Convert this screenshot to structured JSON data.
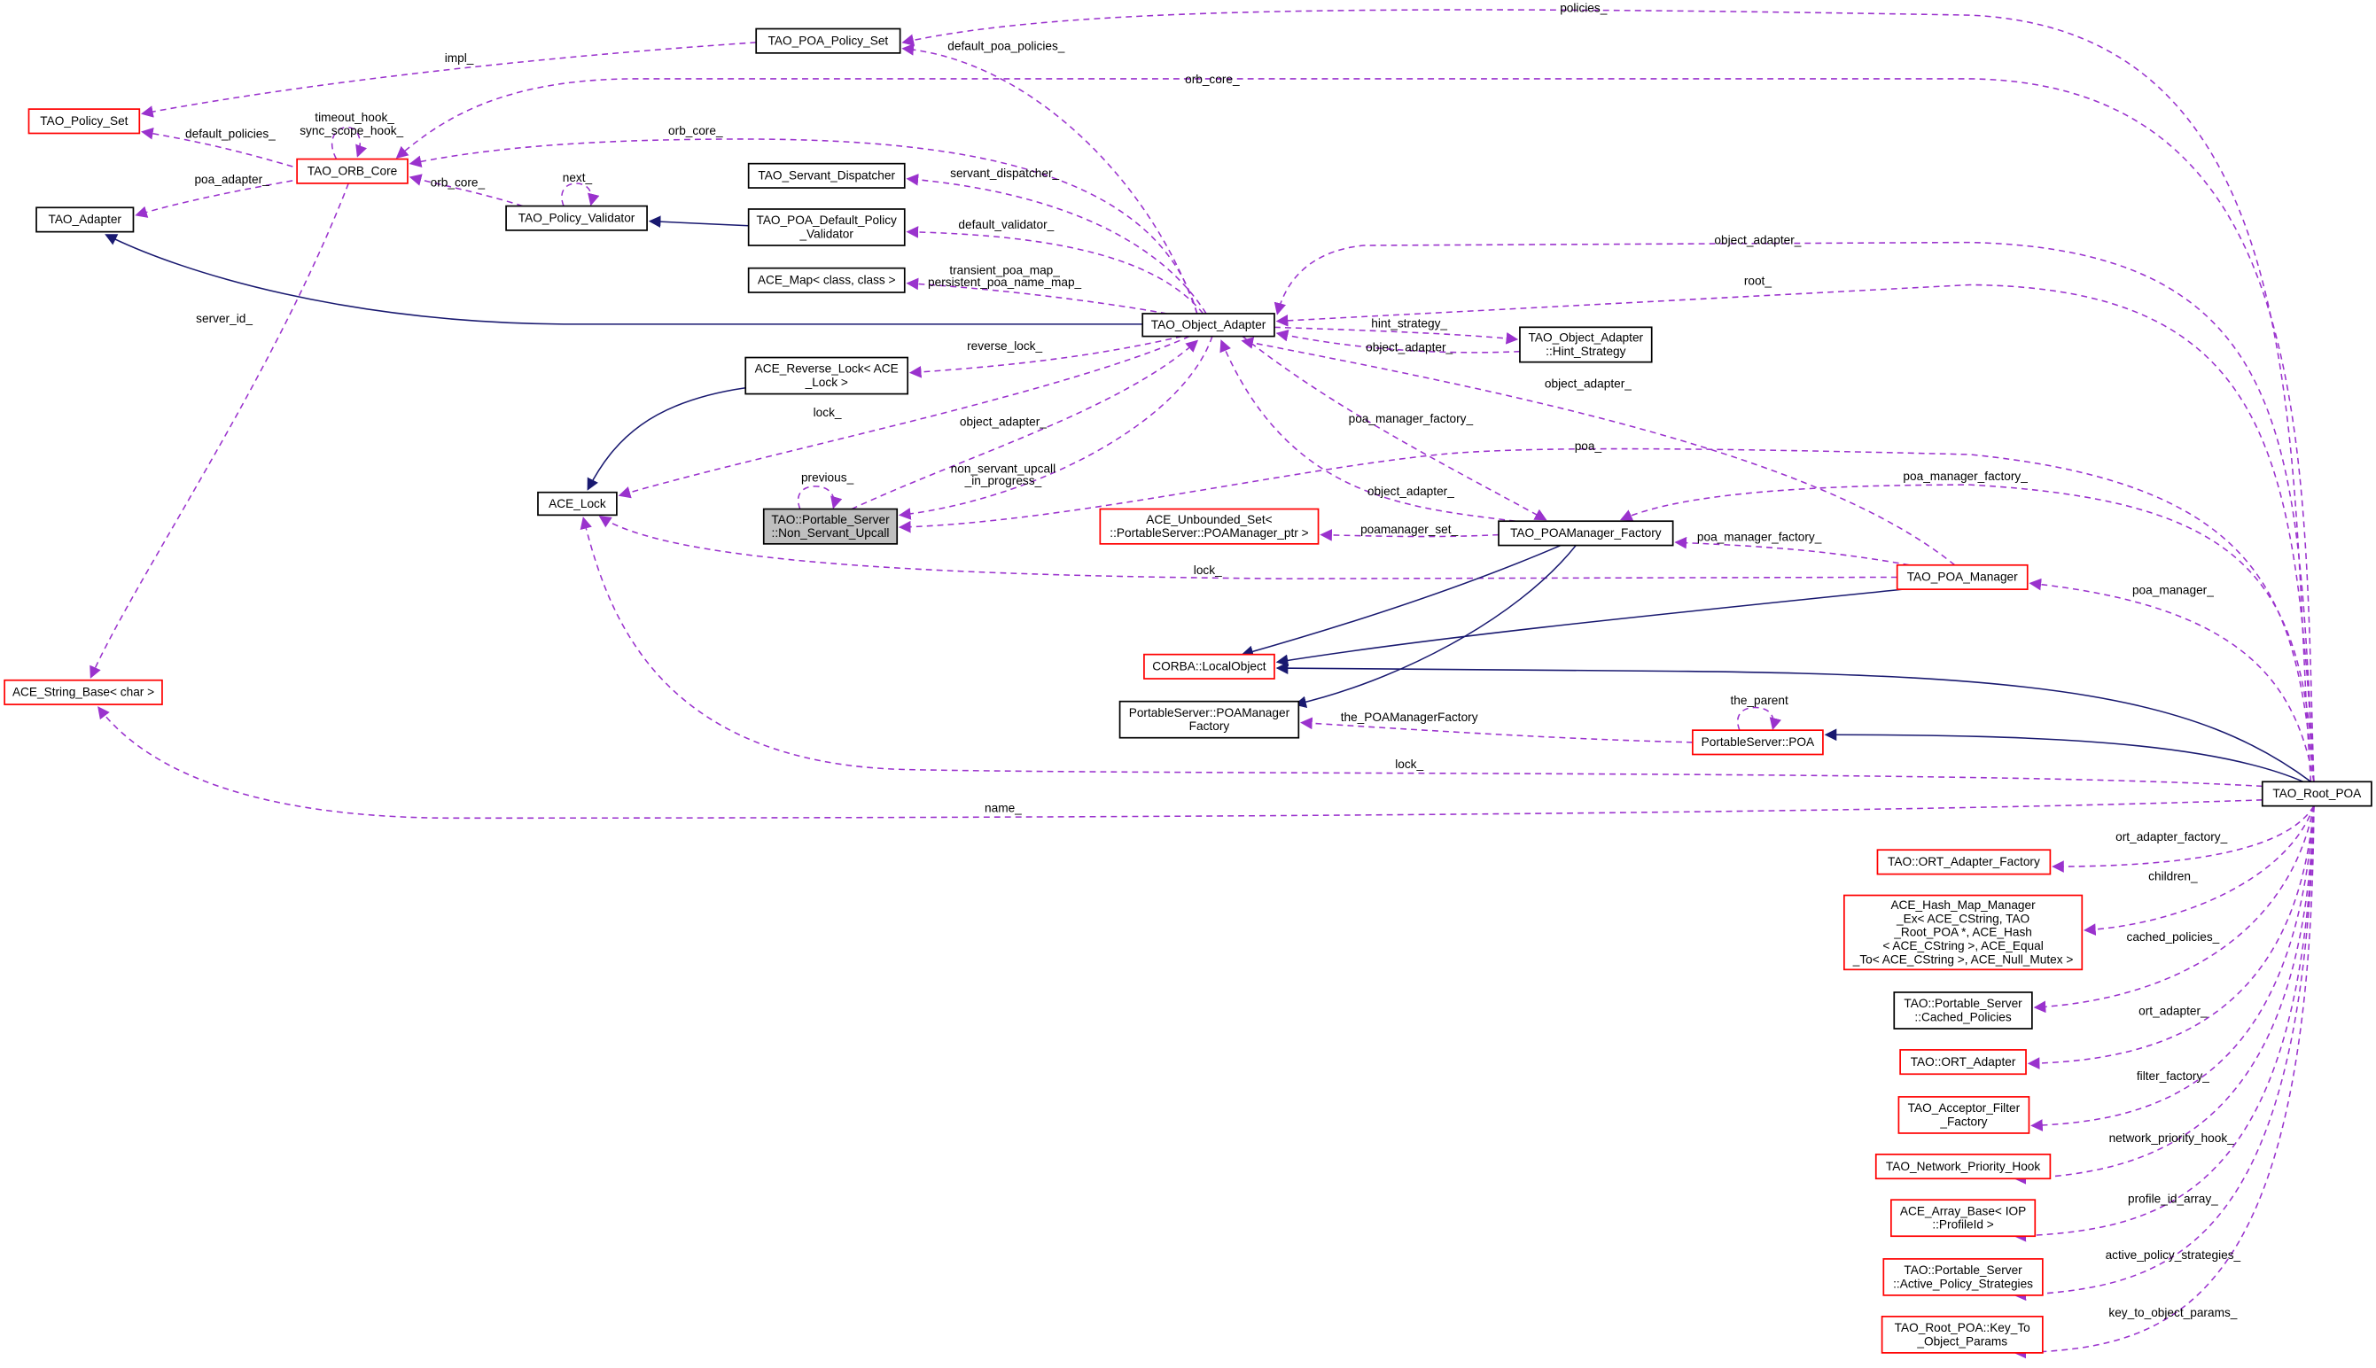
{
  "diagram_title": "",
  "colors": {
    "dependency": "#9a32cd",
    "inheritance": "#191970",
    "incomplete_node_border": "#ff0000",
    "node_border": "#000000",
    "focus_fill": "#bfbfbf"
  },
  "nodes": [
    {
      "id": "poa_policy_set",
      "lines": [
        "TAO_POA_Policy_Set"
      ],
      "style": "black"
    },
    {
      "id": "policy_set",
      "lines": [
        "TAO_Policy_Set"
      ],
      "style": "red"
    },
    {
      "id": "orb_core",
      "lines": [
        "TAO_ORB_Core"
      ],
      "style": "red"
    },
    {
      "id": "adapter",
      "lines": [
        "TAO_Adapter"
      ],
      "style": "black"
    },
    {
      "id": "policy_validator",
      "lines": [
        "TAO_Policy_Validator"
      ],
      "style": "black"
    },
    {
      "id": "servant_dispatcher",
      "lines": [
        "TAO_Servant_Dispatcher"
      ],
      "style": "black"
    },
    {
      "id": "default_policy_validator",
      "lines": [
        "TAO_POA_Default_Policy",
        "_Validator"
      ],
      "style": "black"
    },
    {
      "id": "ace_map",
      "lines": [
        "ACE_Map< class, class >"
      ],
      "style": "black"
    },
    {
      "id": "object_adapter",
      "lines": [
        "TAO_Object_Adapter"
      ],
      "style": "black"
    },
    {
      "id": "hint_strategy",
      "lines": [
        "TAO_Object_Adapter",
        "::Hint_Strategy"
      ],
      "style": "black"
    },
    {
      "id": "reverse_lock",
      "lines": [
        "ACE_Reverse_Lock< ACE",
        "_Lock >"
      ],
      "style": "black"
    },
    {
      "id": "ace_lock",
      "lines": [
        "ACE_Lock"
      ],
      "style": "black"
    },
    {
      "id": "non_servant_upcall",
      "lines": [
        "TAO::Portable_Server",
        "::Non_Servant_Upcall"
      ],
      "style": "gray"
    },
    {
      "id": "unbounded_set",
      "lines": [
        "ACE_Unbounded_Set<",
        "::PortableServer::POAManager_ptr >"
      ],
      "style": "red"
    },
    {
      "id": "poamanager_factory",
      "lines": [
        "TAO_POAManager_Factory"
      ],
      "style": "black"
    },
    {
      "id": "poa_manager",
      "lines": [
        "TAO_POA_Manager"
      ],
      "style": "red"
    },
    {
      "id": "local_object",
      "lines": [
        "CORBA::LocalObject"
      ],
      "style": "red"
    },
    {
      "id": "ps_poamanager_factory",
      "lines": [
        "PortableServer::POAManager",
        "Factory"
      ],
      "style": "black"
    },
    {
      "id": "ps_poa",
      "lines": [
        "PortableServer::POA"
      ],
      "style": "red"
    },
    {
      "id": "string_base",
      "lines": [
        "ACE_String_Base< char >"
      ],
      "style": "red"
    },
    {
      "id": "root_poa",
      "lines": [
        "TAO_Root_POA"
      ],
      "style": "black"
    },
    {
      "id": "ort_adapter_factory",
      "lines": [
        "TAO::ORT_Adapter_Factory"
      ],
      "style": "red"
    },
    {
      "id": "hash_map",
      "lines": [
        "ACE_Hash_Map_Manager",
        "_Ex< ACE_CString, TAO",
        "_Root_POA *, ACE_Hash",
        "< ACE_CString >, ACE_Equal",
        "_To< ACE_CString >, ACE_Null_Mutex >"
      ],
      "style": "red"
    },
    {
      "id": "cached_policies",
      "lines": [
        "TAO::Portable_Server",
        "::Cached_Policies"
      ],
      "style": "black"
    },
    {
      "id": "ort_adapter",
      "lines": [
        "TAO::ORT_Adapter"
      ],
      "style": "red"
    },
    {
      "id": "acceptor_filter_factory",
      "lines": [
        "TAO_Acceptor_Filter",
        "_Factory"
      ],
      "style": "red"
    },
    {
      "id": "network_priority_hook",
      "lines": [
        "TAO_Network_Priority_Hook"
      ],
      "style": "red"
    },
    {
      "id": "array_base",
      "lines": [
        "ACE_Array_Base< IOP",
        "::ProfileId >"
      ],
      "style": "red"
    },
    {
      "id": "active_policy_strategies",
      "lines": [
        "TAO::Portable_Server",
        "::Active_Policy_Strategies"
      ],
      "style": "red"
    },
    {
      "id": "key_to_object_params",
      "lines": [
        "TAO_Root_POA::Key_To",
        "_Object_Params"
      ],
      "style": "red"
    }
  ],
  "edge_labels": [
    "policies_",
    "impl_",
    "orb_core_",
    "default_poa_policies_",
    "timeout_hook_",
    "sync_scope_hook_",
    "default_policies_",
    "orb_core_",
    "poa_adapter_",
    "orb_core_",
    "next_",
    "servant_dispatcher_",
    "default_validator_",
    "transient_poa_map_",
    "persistent_poa_name_map_",
    "server_id_",
    "object_adapter_",
    "root_",
    "hint_strategy_",
    "object_adapter_",
    "reverse_lock_",
    "lock_",
    "object_adapter_",
    "non_servant_upcall",
    "_in_progress_",
    "previous_",
    "poa_",
    "object_adapter_",
    "poa_manager_factory_",
    "object_adapter_",
    "poamanager_set_",
    "poa_manager_factory_",
    "poa_manager_factory_",
    "lock_",
    "poa_manager_",
    "the_parent",
    "the_POAManagerFactory",
    "lock_",
    "name_",
    "ort_adapter_factory_",
    "children_",
    "cached_policies_",
    "ort_adapter_",
    "filter_factory_",
    "network_priority_hook_",
    "profile_id_array_",
    "active_policy_strategies_",
    "key_to_object_params_"
  ]
}
